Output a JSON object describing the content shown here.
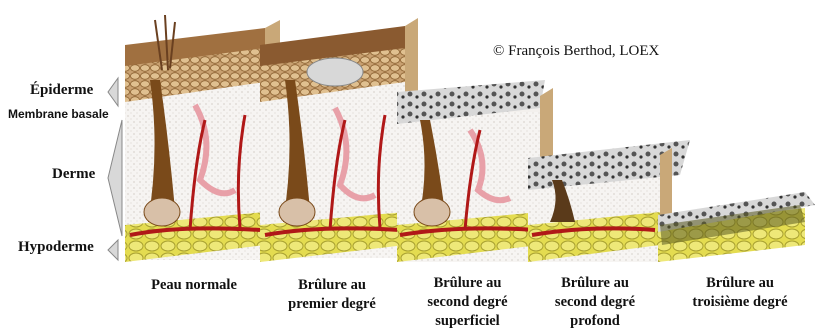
{
  "copyright": "©  François Berthod, LOEX",
  "layers": {
    "epidermis": "Épiderme",
    "basal_membrane": "Membrane basale",
    "dermis": "Derme",
    "hypodermis": "Hypoderme"
  },
  "stages": [
    {
      "line1": "Peau normale",
      "line2": "",
      "line3": ""
    },
    {
      "line1": "Brûlure au",
      "line2": "premier degré",
      "line3": ""
    },
    {
      "line1": "Brûlure au",
      "line2": "second degré",
      "line3": "superficiel"
    },
    {
      "line1": "Brûlure au",
      "line2": "second degré",
      "line3": "profond"
    },
    {
      "line1": "Brûlure au",
      "line2": "troisième degré",
      "line3": ""
    }
  ],
  "colors": {
    "epidermis": "#b48a5a",
    "dermis": "#f4f1ee",
    "hypodermis": "#e8e060",
    "vessel": "#b01818",
    "follicle": "#8a5a2a",
    "gland": "#e8a0a8",
    "burn": "#4a4a4a",
    "edge": "#c9a878"
  }
}
